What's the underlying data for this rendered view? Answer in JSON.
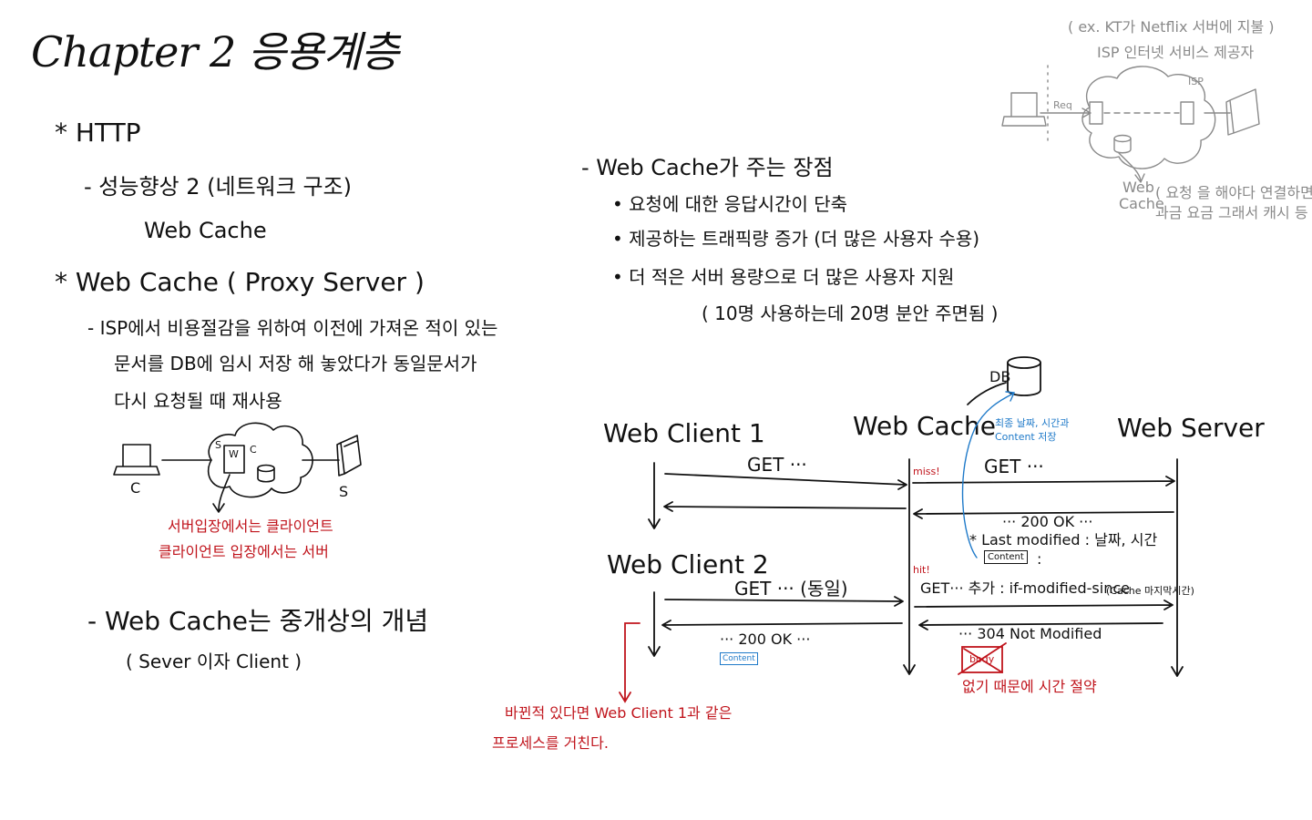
{
  "title": "Chapter 2  응용계층",
  "http": {
    "heading": "* HTTP",
    "perf_heading": "- 성능향상 2  (네트워크 구조)",
    "perf_sub": "Web Cache"
  },
  "web_cache_section": {
    "heading": "* Web Cache  ( Proxy Server )",
    "desc_line1": "- ISP에서  비용절감을  위하여 이전에  가져온  적이  있는",
    "desc_line2": "문서를  DB에 임시 저장 해 놓았다가  동일문서가",
    "desc_line3": "다시  요청될  때   재사용",
    "diagram_client_label": "C",
    "diagram_server_label": "S",
    "diagram_s": "S",
    "diagram_c": "C",
    "diagram_w": "W",
    "note_red_1": "서버입장에서는  클라이언트",
    "note_red_2": "클라이언트  입장에서는  서버",
    "middle_heading": "- Web Cache는  중개상의  개념",
    "middle_sub": "( Sever  이자  Client )"
  },
  "benefits": {
    "heading": "- Web Cache가  주는  장점",
    "items": [
      "• 요청에  대한  응답시간이  단축",
      "• 제공하는  트래픽량  증가  (더 많은 사용자 수용)",
      "• 더  적은  서버  용량으로  더  많은  사용자  지원"
    ],
    "item3_sub": "( 10명  사용하는데  20명  분안  주면됨 )"
  },
  "isp_diagram": {
    "note_top": "( ex. KT가  Netflix  서버에 지불 )",
    "note_isp": "ISP  인터넷  서비스  제공자",
    "isp_label": "ISP",
    "req_label": "Req",
    "web_cache_1": "Web",
    "web_cache_2": "Cache",
    "note_line1": "( 요청 을  해야다  연결하면",
    "note_line2": "과금 요금  그래서  캐시  등 )"
  },
  "sequence": {
    "client1": "Web  Client 1",
    "cache": "Web  Cache",
    "server": "Web  Server",
    "db": "DB",
    "db_note_1": "최종  날짜, 시간과",
    "db_note_2": "Content  저장",
    "get1": "GET ···",
    "miss": "miss!",
    "get_forward": "GET ···",
    "resp_200": "··· 200  OK ···",
    "last_modified": "* Last modified :  날짜, 시간",
    "content_box": "Content",
    "colon": ":",
    "client2": "Web  Client 2",
    "get2": "GET  ··· (동일)",
    "hit": "hit!",
    "get_conditional": "GET··· 추가 : if-modified-since",
    "get_conditional_note": "(Cache 마지막시간)",
    "resp_304": "··· 304  Not  Modified",
    "resp_200_client": "···  200  OK  ···",
    "client_content": "Content",
    "body_crossed": "body",
    "note_no_body": "없기  때문에  시간  절약",
    "note_change_1": "바뀐적  있다면  Web Client 1과  같은",
    "note_change_2": "프로세스를  거친다."
  },
  "colors": {
    "ink": "#111111",
    "red": "#c0141c",
    "blue": "#1f7ac9",
    "gray": "#8a8a8a"
  }
}
